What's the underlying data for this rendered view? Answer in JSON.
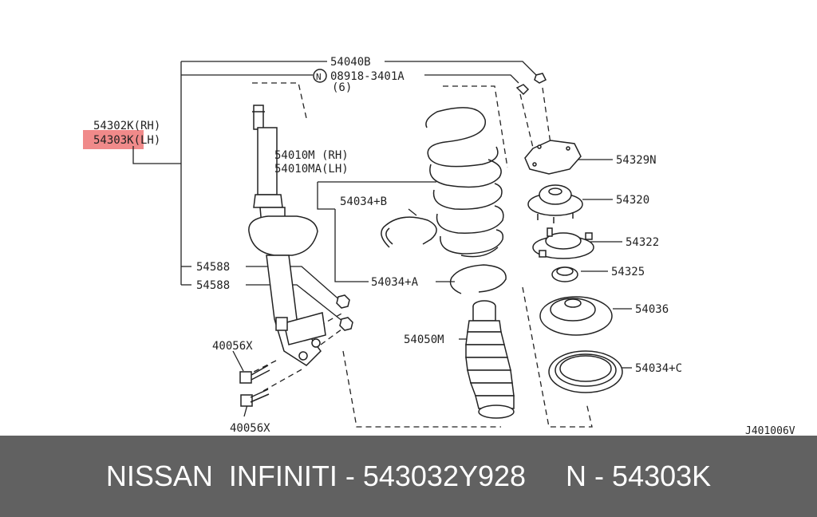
{
  "diagram": {
    "labels": {
      "l54040B": "54040B",
      "nut_symbol": "N",
      "l08918": "08918-3401A",
      "qty6": "(6)",
      "l54302K": "54302K(RH)",
      "l54303K": "54303K(LH)",
      "l54010M": "54010M (RH)",
      "l54010MA": "54010MA(LH)",
      "l54034B": "54034+B",
      "l54588a": "54588",
      "l54588b": "54588",
      "l54034A": "54034+A",
      "l54050M": "54050M",
      "l40056Xa": "40056X",
      "l40056Xb": "40056X",
      "l54329N": "54329N",
      "l54320": "54320",
      "l54322": "54322",
      "l54325": "54325",
      "l54036": "54036",
      "l54034C": "54034+C",
      "ref": "J401006V"
    },
    "highlight_color": "#f08a8a"
  },
  "footer": {
    "text": "NISSAN  INFINITI - 543032Y928     N - 54303K"
  },
  "colors": {
    "footer_bg": "#616161",
    "footer_text": "#ffffff",
    "line": "#222222"
  }
}
